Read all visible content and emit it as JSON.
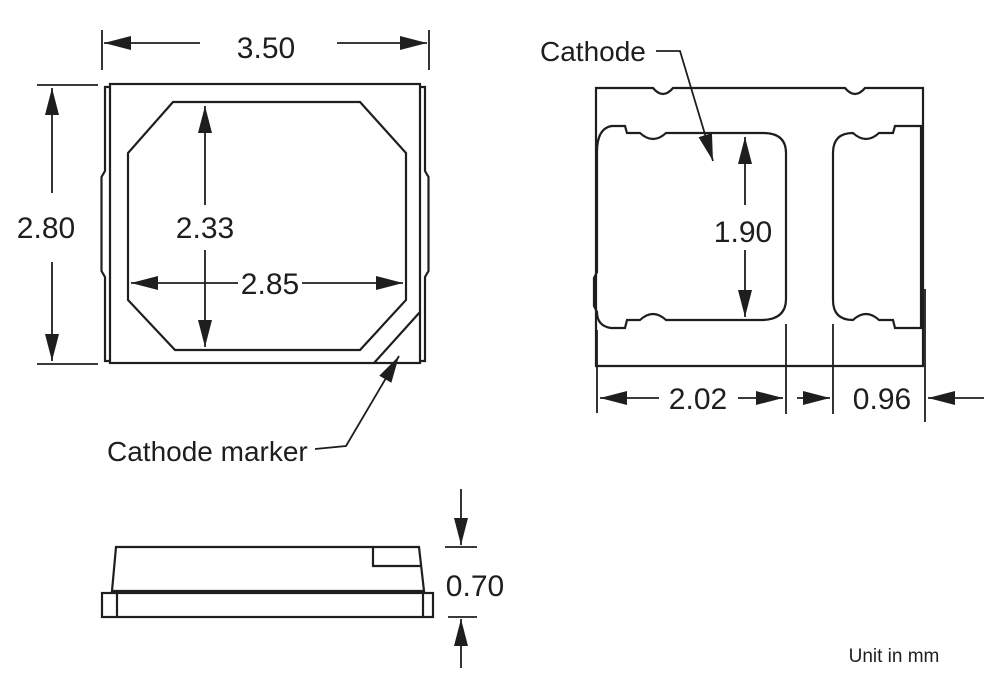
{
  "diagram": {
    "title_hint": "SMD LED package outline drawing",
    "unit_note": "Unit in mm",
    "colors": {
      "line": "#1e1e1e",
      "background": "#ffffff"
    },
    "top_view": {
      "overall_width": "3.50",
      "overall_height": "2.80",
      "window_height": "2.33",
      "window_width": "2.85",
      "cathode_marker_label": "Cathode marker"
    },
    "bottom_view": {
      "cathode_label": "Cathode",
      "pad_height": "1.90",
      "cathode_pad_width": "2.02",
      "anode_pad_width": "0.96"
    },
    "side_view": {
      "thickness": "0.70"
    }
  }
}
